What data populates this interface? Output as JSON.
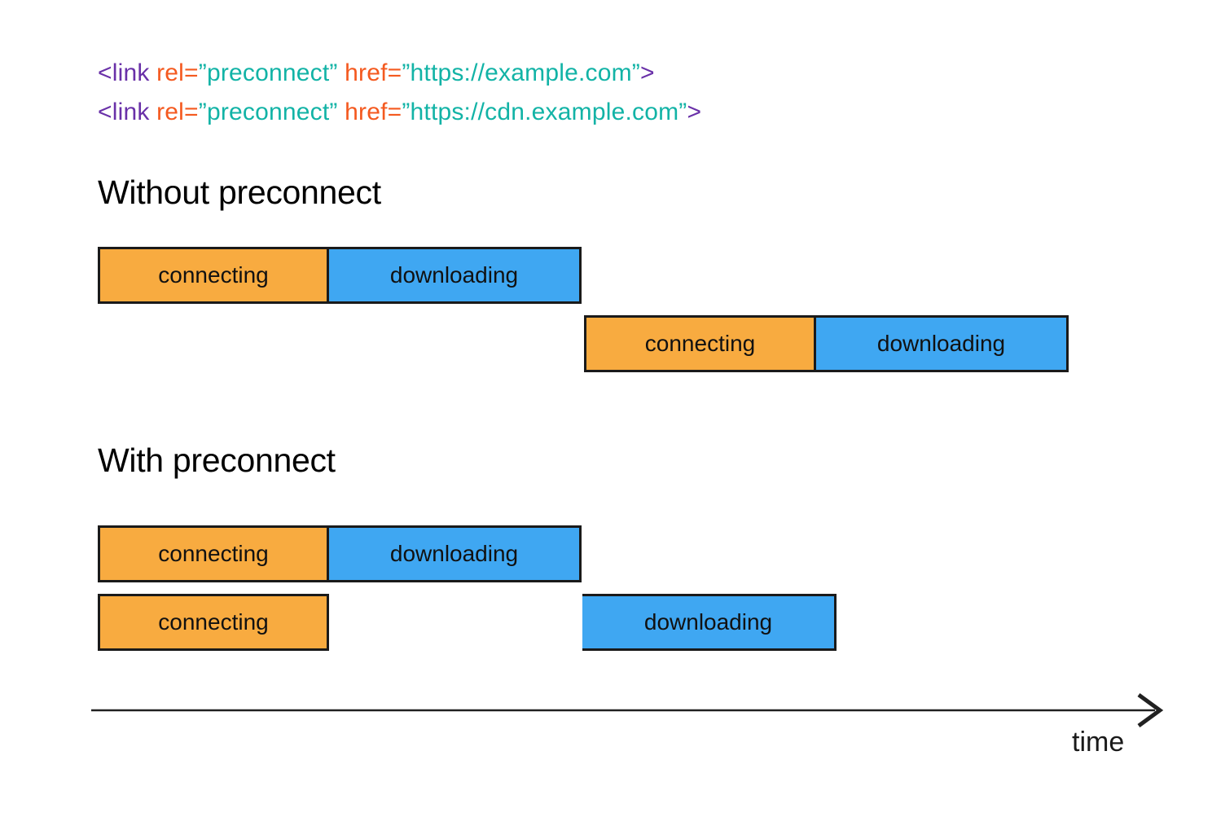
{
  "colors": {
    "code_tag_purple": "#6930A8",
    "code_attr_orange": "#F4591F",
    "code_value_teal": "#12B3A6",
    "bar_connect_orange": "#F8AB40",
    "bar_download_blue": "#3FA7F2",
    "bar_border": "#1A1A1A",
    "axis_stroke": "#212121"
  },
  "code": {
    "line1": {
      "tag_open": "<link ",
      "attr_rel": "rel=",
      "val_rel": "”preconnect”",
      "attr_href": " href=",
      "val_href": "”https://example.com”",
      "tag_close": ">"
    },
    "line2": {
      "tag_open": "<link ",
      "attr_rel": "rel=",
      "val_rel": "”preconnect”",
      "attr_href": " href=",
      "val_href": "”https://cdn.example.com”",
      "tag_close": ">"
    }
  },
  "sections": {
    "without_title": "Without preconnect",
    "with_title": "With preconnect"
  },
  "labels": {
    "connecting": "connecting",
    "downloading": "downloading"
  },
  "axis": {
    "label": "time"
  }
}
